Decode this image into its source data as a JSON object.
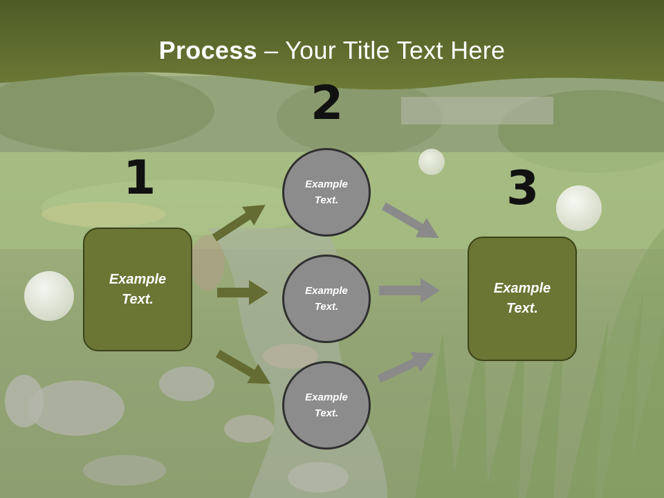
{
  "slide": {
    "title_bold": "Process",
    "title_rest": " – Your Title Text Here",
    "step_numbers": [
      "1",
      "2",
      "3"
    ],
    "left_box": "Example\nText.",
    "right_box": "Example\nText.",
    "circles": [
      "Example\nText.",
      "Example\nText.",
      "Example\nText."
    ]
  },
  "colors": {
    "header_green": "#657230",
    "box_green": "#6b7534",
    "circle_gray": "#8c8c8c",
    "left_arrow_green": "#646c33",
    "right_arrow_gray": "#8a8a8a"
  }
}
